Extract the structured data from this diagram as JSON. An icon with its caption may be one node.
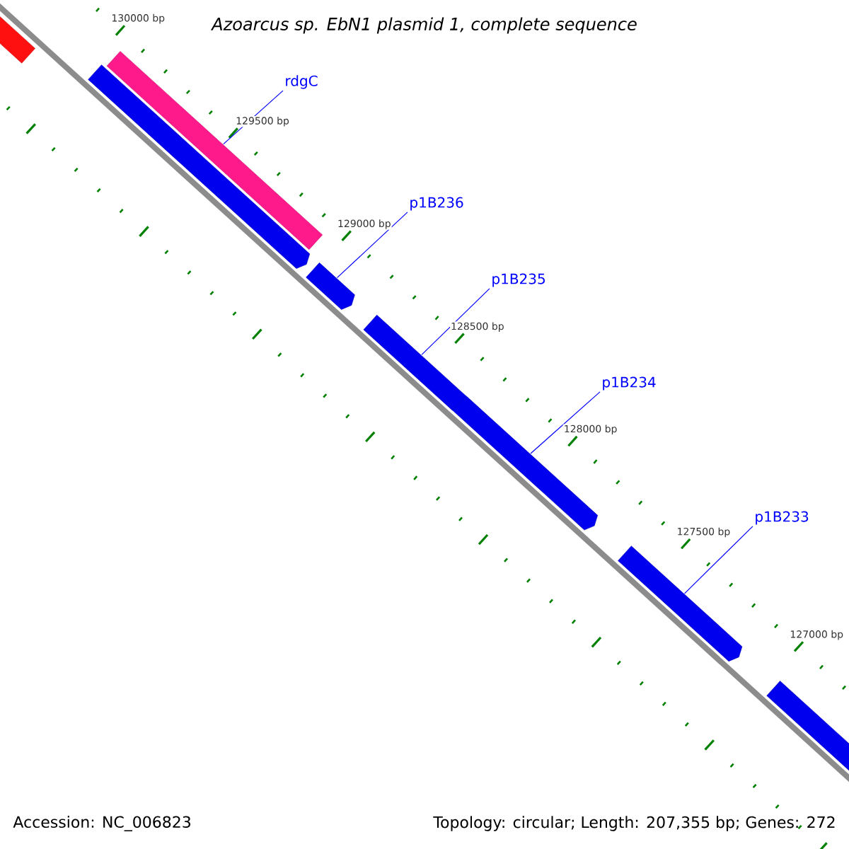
{
  "diagram": {
    "title": "Azoarcus sp. EbN1 plasmid 1, complete sequence",
    "nodes": [
      {
        "text": [
          "rdgC"
        ]
      },
      {
        "text": [
          "p1B236"
        ]
      },
      {
        "text": [
          "p1B235"
        ]
      },
      {
        "text": [
          "p1B234"
        ]
      },
      {
        "text": [
          "p1B233"
        ]
      },
      {
        "text": [],
        "shape": "bar"
      },
      {
        "text": [],
        "shape": "bar"
      },
      {
        "text": [],
        "shape": "arrow"
      },
      {
        "text": [],
        "shape": "arrow"
      },
      {
        "text": [],
        "shape": "arrow"
      },
      {
        "text": [],
        "shape": "arrow"
      },
      {
        "text": [],
        "shape": "arrow"
      },
      {
        "text": [],
        "shape": "arrow"
      }
    ],
    "edges": [
      {
        "from": 0,
        "to": 6,
        "arrow": "none"
      },
      {
        "from": 1,
        "to": 8,
        "arrow": "none"
      },
      {
        "from": 2,
        "to": 9,
        "arrow": "none"
      },
      {
        "from": 3,
        "to": 10,
        "arrow": "none"
      },
      {
        "from": 4,
        "to": 11,
        "arrow": "none"
      }
    ],
    "labels": [
      "130000 bp",
      "129500 bp",
      "129000 bp",
      "128500 bp",
      "128000 bp",
      "127500 bp",
      "127000 bp",
      "Accession: NC_006823",
      "Topology: circular; Length: 207,355 bp; Genes: 272"
    ]
  }
}
